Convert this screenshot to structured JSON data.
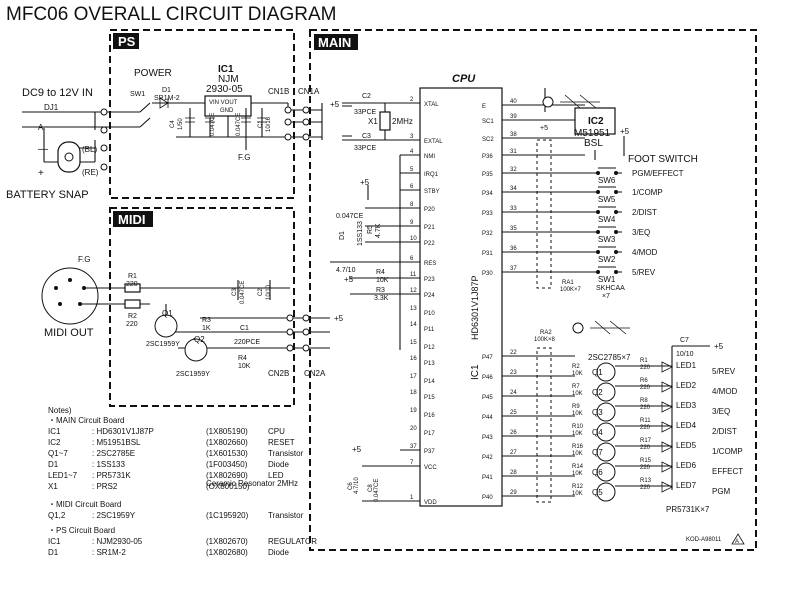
{
  "title": "MFC06 OVERALL CIRCUIT DIAGRAM",
  "sections": {
    "ps": "PS",
    "midi": "MIDI",
    "main": "MAIN",
    "cpu": "CPU"
  },
  "ps_block": {
    "dc_in": "DC9 to 12V IN",
    "dj1": "DJ1",
    "power": "POWER",
    "sw1": "SW1",
    "d1": "D1",
    "d1_part": "SR1M-2",
    "ic1": "IC1",
    "ic1_name": "NJM",
    "ic1_part": "2930-05",
    "ic1_pins": "VIN VOUT",
    "ic1_gnd": "GND",
    "c4": "C4",
    "c4_val": "1/50",
    "c1_val": "0.047CE",
    "c3_val": "0.047CE",
    "c1": "C1",
    "c1_val2": "10/16",
    "cn1b": "CN1B",
    "fg": "F.G",
    "a_label": "A",
    "bl": "(BL)",
    "re": "(RE)",
    "plus": "+",
    "minus": "—",
    "battery": "BATTERY SNAP"
  },
  "midi_block": {
    "fg": "F.G",
    "r1": "R1",
    "r1_val": "220",
    "r2": "R2",
    "r2_val": "220",
    "q1": "Q1",
    "q1_part": "2SC1959Y",
    "q2": "Q2",
    "q2_part": "2SC1959Y",
    "r3": "R3",
    "r3_val": "1K",
    "c1": "C1",
    "c1_val": "220PCE",
    "r4": "R4",
    "r4_val": "10K",
    "c3": "C3",
    "c3_val": "0.047CE",
    "c2": "C2",
    "c2_val": "10/10",
    "cn2b": "CN2B",
    "midi_out": "MIDI OUT"
  },
  "connectors": {
    "cn1a": "CN1A",
    "cn2a": "CN2A",
    "plus5": "+5"
  },
  "main_block": {
    "c2": "C2",
    "c2_val": "33PCE",
    "x1": "X1",
    "x1_val": "2MHz",
    "c3": "C3",
    "c3_val": "33PCE",
    "c4_val": "0.047CE",
    "d1": "D1",
    "d1_part": "1SS133",
    "r5": "R5",
    "r5_val": "4.7K",
    "c5_val": "4.7/10",
    "r4": "R4",
    "r4_val": "10K",
    "r3": "R3",
    "r3_val": "3.3K",
    "c6": "C6",
    "c6_val": "4.7/10",
    "c8": "C8",
    "c8_val": "0.047CE",
    "plus5": "+5",
    "ra1": "RA1",
    "ra1_val": "100K×7",
    "ra2": "RA2",
    "ra2_val": "100K×8",
    "ic2": "IC2",
    "ic2_part": "M51951",
    "ic2_part2": "BSL",
    "ic1_part": "HD6301V1J87P",
    "ic1_ref": "IC1",
    "foot_switch": "FOOT SWITCH",
    "sw_part": "SKHCAA",
    "sw_qty": "×7",
    "q_part": "2SC2785×7",
    "led_part": "PR5731K×7",
    "c7": "C7",
    "c7_val": "10/10",
    "code": "KOD-A98011",
    "warn": "A"
  },
  "cpu_pins_left": [
    {
      "num": "2",
      "name": "XTAL"
    },
    {
      "num": "3",
      "name": "EXTAL"
    },
    {
      "num": "4",
      "name": "NMI"
    },
    {
      "num": "5",
      "name": "IRQ1"
    },
    {
      "num": "6",
      "name": "STBY"
    },
    {
      "num": "8",
      "name": "P20"
    },
    {
      "num": "9",
      "name": "P21"
    },
    {
      "num": "10",
      "name": "P22"
    },
    {
      "num": "6",
      "name": "RES"
    },
    {
      "num": "11",
      "name": "P23"
    },
    {
      "num": "12",
      "name": "P24"
    },
    {
      "num": "13",
      "name": "P10"
    },
    {
      "num": "14",
      "name": "P11"
    },
    {
      "num": "15",
      "name": "P12"
    },
    {
      "num": "16",
      "name": "P13"
    },
    {
      "num": "17",
      "name": "P14"
    },
    {
      "num": "18",
      "name": "P15"
    },
    {
      "num": "19",
      "name": "P16"
    },
    {
      "num": "20",
      "name": "P17"
    },
    {
      "num": "37",
      "name": "P37"
    },
    {
      "num": "7",
      "name": "VCC"
    },
    {
      "num": "1",
      "name": "VDD"
    }
  ],
  "cpu_pins_right_top": [
    {
      "num": "40",
      "name": "E"
    },
    {
      "num": "39",
      "name": "SC1"
    },
    {
      "num": "38",
      "name": "SC2"
    },
    {
      "num": "31",
      "name": "P36"
    },
    {
      "num": "32",
      "name": "P35"
    },
    {
      "num": "34",
      "name": "P34"
    },
    {
      "num": "33",
      "name": "P33"
    },
    {
      "num": "35",
      "name": "P32"
    },
    {
      "num": "36",
      "name": "P31"
    },
    {
      "num": "37",
      "name": "P30"
    }
  ],
  "cpu_pins_right_bottom": [
    {
      "num": "22",
      "name": "P47"
    },
    {
      "num": "23",
      "name": "P46"
    },
    {
      "num": "24",
      "name": "P45"
    },
    {
      "num": "25",
      "name": "P44"
    },
    {
      "num": "26",
      "name": "P43"
    },
    {
      "num": "27",
      "name": "P42"
    },
    {
      "num": "28",
      "name": "P41"
    },
    {
      "num": "29",
      "name": "P40"
    }
  ],
  "switches": [
    {
      "ref": "SW6",
      "label": "PGM/EFFECT"
    },
    {
      "ref": "SW5",
      "label": "1/COMP"
    },
    {
      "ref": "SW4",
      "label": "2/DIST"
    },
    {
      "ref": "SW3",
      "label": "3/EQ"
    },
    {
      "ref": "SW2",
      "label": "4/MOD"
    },
    {
      "ref": "SW1",
      "label": "5/REV"
    }
  ],
  "led_rows": [
    {
      "q": "Q1",
      "rb": "R2",
      "rb_val": "10K",
      "rc": "R1",
      "rc_val": "220",
      "led": "LED1",
      "label": "5/REV"
    },
    {
      "q": "Q2",
      "rb": "R7",
      "rb_val": "10K",
      "rc": "R6",
      "rc_val": "220",
      "led": "LED2",
      "label": "4/MOD"
    },
    {
      "q": "Q3",
      "rb": "R9",
      "rb_val": "10K",
      "rc": "R8",
      "rc_val": "220",
      "led": "LED3",
      "label": "3/EQ"
    },
    {
      "q": "Q4",
      "rb": "R10",
      "rb_val": "10K",
      "rc": "R11",
      "rc_val": "220",
      "led": "LED4",
      "label": "2/DIST"
    },
    {
      "q": "Q7",
      "rb": "R16",
      "rb_val": "10K",
      "rc": "R17",
      "rc_val": "220",
      "led": "LED5",
      "label": "1/COMP"
    },
    {
      "q": "Q6",
      "rb": "R14",
      "rb_val": "10K",
      "rc": "R15",
      "rc_val": "220",
      "led": "LED6",
      "label": "EFFECT"
    },
    {
      "q": "Q5",
      "rb": "R12",
      "rb_val": "10K",
      "rc": "R13",
      "rc_val": "220",
      "led": "LED7",
      "label": "PGM"
    }
  ],
  "notes": {
    "heading": "Notes)",
    "main_heading": "・MAIN Circuit Board",
    "main_rows": [
      {
        "ref": "IC1",
        "part": ": HD6301V1J87P",
        "code": "(1X805190)",
        "desc": "CPU"
      },
      {
        "ref": "IC2",
        "part": ": M51951BSL",
        "code": "(1X802660)",
        "desc": "RESET"
      },
      {
        "ref": "Q1~7",
        "part": ": 2SC2785E",
        "code": "(1X601530)",
        "desc": "Transistor"
      },
      {
        "ref": "D1",
        "part": ": 1SS133",
        "code": "(1F003450)",
        "desc": "Diode"
      },
      {
        "ref": "LED1~7",
        "part": ": PR5731K",
        "code": "(1X802690)",
        "desc": "LED"
      },
      {
        "ref": "X1",
        "part": ": PRS2",
        "code": "(OX800150)",
        "desc": ""
      }
    ],
    "x1_extra": "Ceramic Resonator 2MHz",
    "midi_heading": "・MIDI Circuit Board",
    "midi_rows": [
      {
        "ref": "Q1,2",
        "part": ": 2SC1959Y",
        "code": "(1C195920)",
        "desc": "Transistor"
      }
    ],
    "ps_heading": "・PS Circuit Board",
    "ps_rows": [
      {
        "ref": "IC1",
        "part": ": NJM2930-05",
        "code": "(1X802670)",
        "desc": "REGULATOR"
      },
      {
        "ref": "D1",
        "part": ": SR1M-2",
        "code": "(1X802680)",
        "desc": "Diode"
      }
    ]
  }
}
